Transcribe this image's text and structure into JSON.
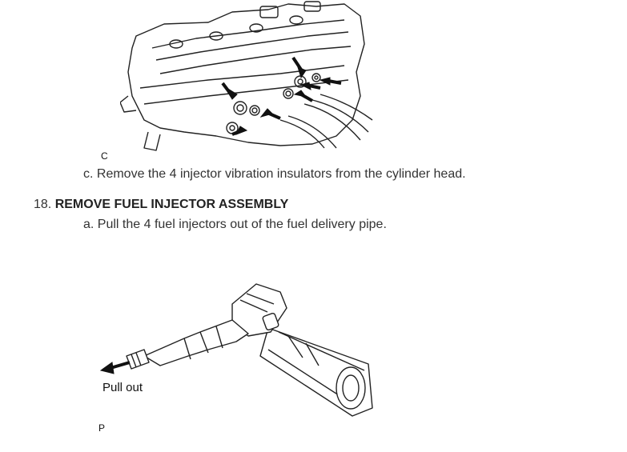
{
  "figure1": {
    "code": "C"
  },
  "step_c": {
    "text": "c. Remove the 4 injector vibration insulators from the cylinder head."
  },
  "section18": {
    "number": "18.",
    "title": "REMOVE FUEL INJECTOR ASSEMBLY"
  },
  "step_a": {
    "text": "a. Pull the 4 fuel injectors out of the fuel delivery pipe."
  },
  "figure2": {
    "callout": "Pull out",
    "code": "P"
  }
}
